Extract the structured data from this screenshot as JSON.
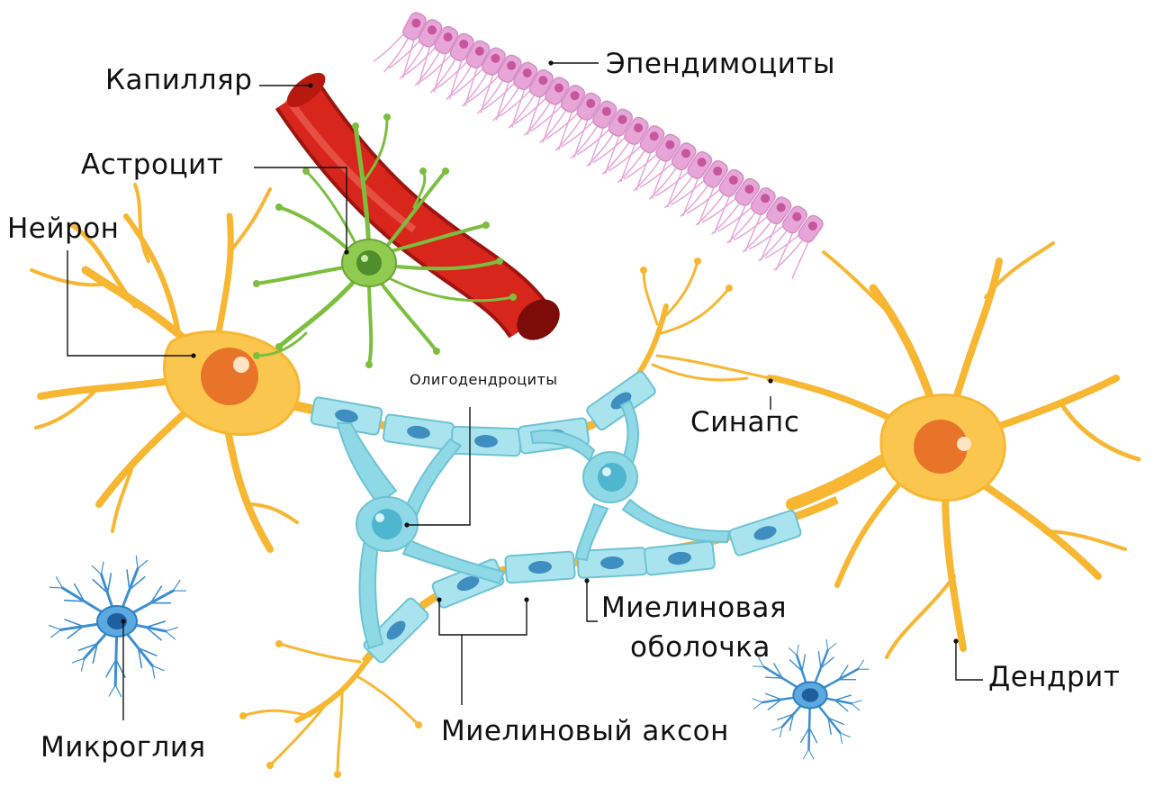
{
  "labels": {
    "capillary": "Капилляр",
    "ependymocytes": "Эпендимоциты",
    "astrocyte": "Астроцит",
    "neuron": "Нейрон",
    "oligodendrocytes": "Олигодендроциты",
    "synapse": "Синапс",
    "microglia": "Микроглия",
    "myelin_sheath_line1": "Миелиновая",
    "myelin_sheath_line2": "оболочка",
    "dendrite": "Дендрит",
    "myelinated_axon": "Миелиновый аксон"
  },
  "colors": {
    "neuron": "#f7b733",
    "neuron_body": "#fbc64e",
    "nucleus": "#e8742a",
    "capillary": "#d9261c",
    "capillary_dark": "#9e1510",
    "astrocyte": "#7cbf3f",
    "ependymocyte": "#e7a6d8",
    "ependymocyte_nucleus": "#c7569b",
    "oligodendrocyte": "#8fd9e6",
    "myelin": "#a9e4ee",
    "myelin_nucleus": "#3e8fc0",
    "microglia": "#3d8fd0",
    "leader_line": "#111111"
  }
}
